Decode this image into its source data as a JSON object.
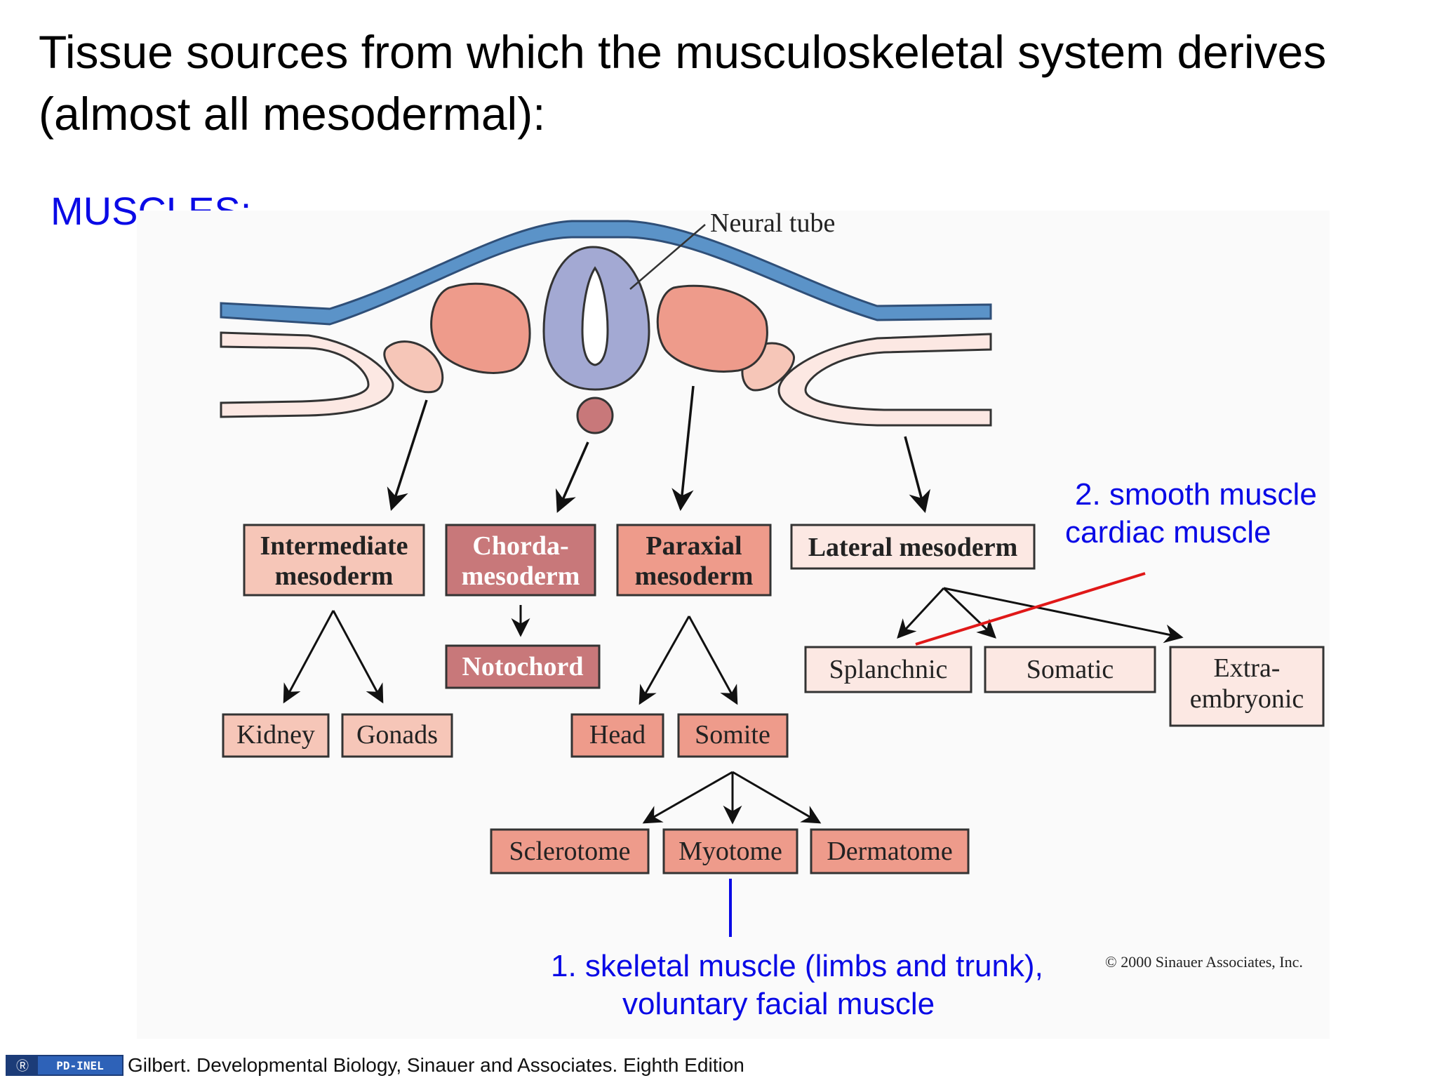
{
  "title": "Tissue sources from which the musculoskeletal system derives (almost all mesodermal):",
  "section_label": "MUSCLES:",
  "diagram": {
    "neural_tube_label": "Neural tube",
    "colors": {
      "ectoderm": "#5b93c8",
      "tube": "#a3a9d3",
      "paraxial": "#ee9b8b",
      "intermediate": "#f6c6b8",
      "lateral": "#fce8e3",
      "chorda": "#c8787a",
      "outline": "#333333"
    },
    "boxes": {
      "intermediate": [
        "Intermediate",
        "mesoderm"
      ],
      "chorda": [
        "Chorda-",
        "mesoderm"
      ],
      "paraxial": [
        "Paraxial",
        "mesoderm"
      ],
      "lateral": "Lateral mesoderm",
      "notochord": "Notochord",
      "kidney": "Kidney",
      "gonads": "Gonads",
      "head": "Head",
      "somite": "Somite",
      "splanchnic": "Splanchnic",
      "somatic": "Somatic",
      "extra": [
        "Extra-",
        "embryonic"
      ],
      "sclerotome": "Sclerotome",
      "myotome": "Myotome",
      "dermatome": "Dermatome"
    },
    "copyright": "© 2000 Sinauer Associates, Inc."
  },
  "annotations": {
    "smooth": [
      "2. smooth muscle",
      "cardiac muscle"
    ],
    "skeletal": [
      "1. skeletal muscle (limbs and trunk),",
      "voluntary facial muscle"
    ]
  },
  "footer": {
    "badge_text": "PD-INEL",
    "badge_icon": "cc-icon",
    "source": "Gilbert. Developmental Biology, Sinauer and Associates. Eighth Edition"
  }
}
